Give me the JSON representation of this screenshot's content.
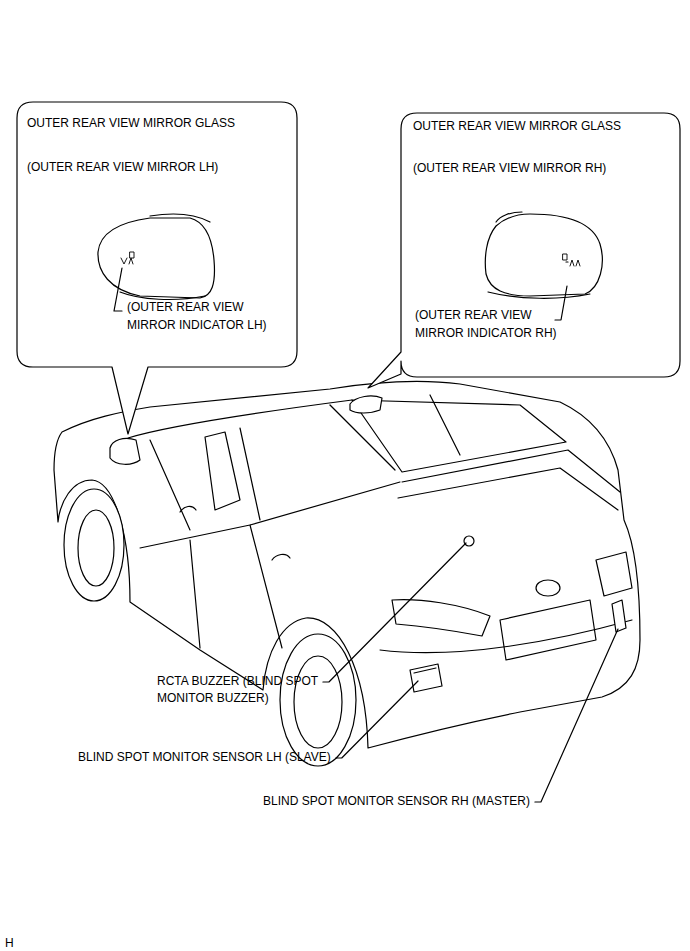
{
  "diagram": {
    "nodes": [
      {
        "text": [
          "OUTER REAR VIEW MIRROR GLASS",
          "(OUTER REAR VIEW MIRROR LH)",
          "(OUTER REAR VIEW MIRROR INDICATOR LH)"
        ]
      },
      {
        "text": [
          "OUTER REAR VIEW MIRROR GLASS",
          "(OUTER REAR VIEW MIRROR RH)",
          "(OUTER REAR VIEW MIRROR INDICATOR RH)"
        ]
      }
    ],
    "labels": [
      "RCTA BUZZER (BLIND SPOT MONITOR BUZZER)",
      "BLIND SPOT MONITOR SENSOR LH (SLAVE)",
      "BLIND SPOT MONITOR SENSOR RH (MASTER)",
      "H"
    ]
  }
}
